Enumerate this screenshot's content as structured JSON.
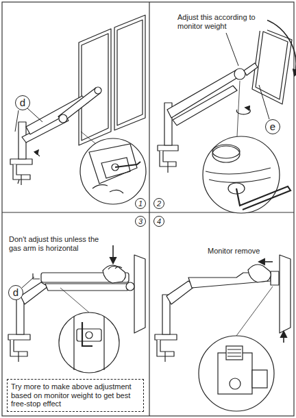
{
  "diagram": {
    "nodes": [
      {
        "text": [
          "d"
        ]
      },
      {
        "text": [
          "e"
        ]
      },
      {
        "text": [
          "1"
        ]
      },
      {
        "text": [
          "2"
        ]
      },
      {
        "text": [
          "3"
        ]
      },
      {
        "text": [
          "4"
        ]
      },
      {
        "text": [
          "d"
        ]
      },
      {
        "text": [
          "Try more to make above adjustment based on monitor weight to get best free-stop effect"
        ]
      }
    ],
    "labels": [
      "Adjust this according to monitor weight",
      "Don't adjust this unless the gas arm is horizontal",
      "Monitor remove"
    ]
  }
}
